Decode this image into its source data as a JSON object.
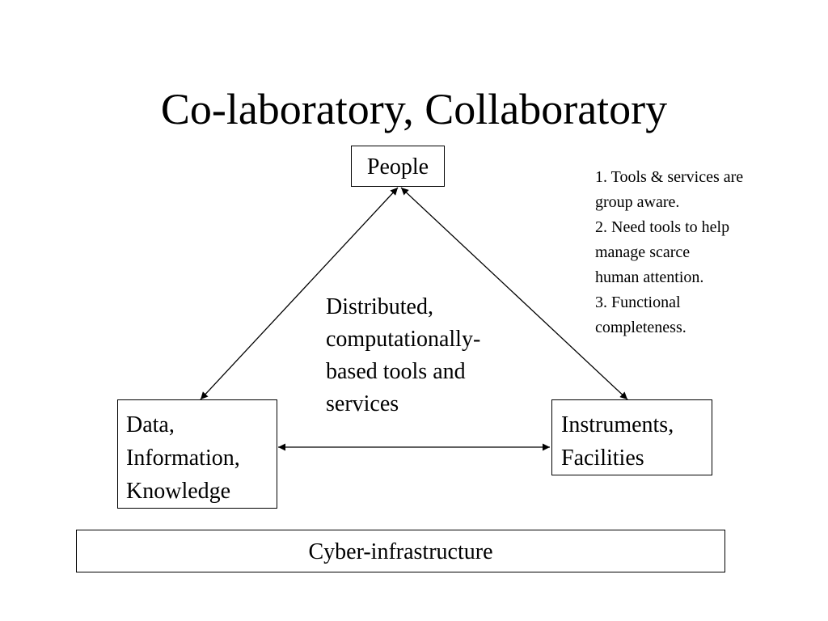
{
  "title": "Co-laboratory, Collaboratory",
  "nodes": {
    "people": "People",
    "data": [
      "Data,",
      "Information,",
      "Knowledge"
    ],
    "instruments": [
      "Instruments,",
      "Facilities"
    ],
    "cyber": "Cyber-infrastructure"
  },
  "center_text": [
    "Distributed,",
    "computationally-",
    "based tools and",
    "services"
  ],
  "notes": [
    "1. Tools & services are",
    "group aware.",
    "2. Need tools to help",
    "manage scarce",
    "human attention.",
    "3. Functional",
    "completeness."
  ]
}
